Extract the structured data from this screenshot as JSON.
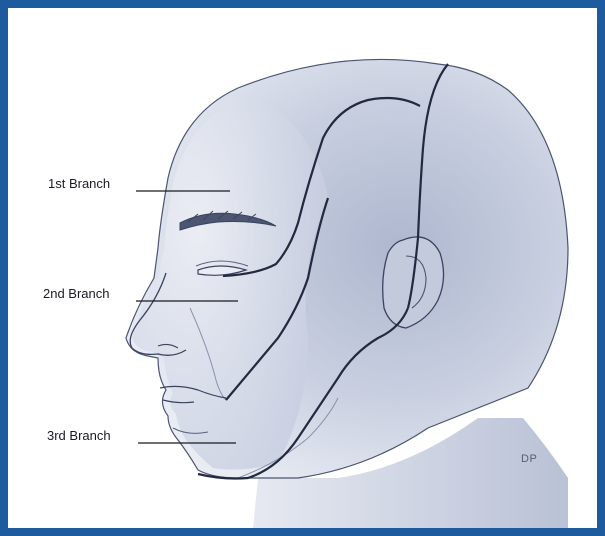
{
  "figure": {
    "border_color": "#1e5a9e",
    "line_color": "#232a40",
    "skin_shade": "#b9c1d6"
  },
  "labels": [
    {
      "text": "1st Branch"
    },
    {
      "text": "2nd Branch"
    },
    {
      "text": "3rd Branch"
    }
  ],
  "signature": "DP"
}
